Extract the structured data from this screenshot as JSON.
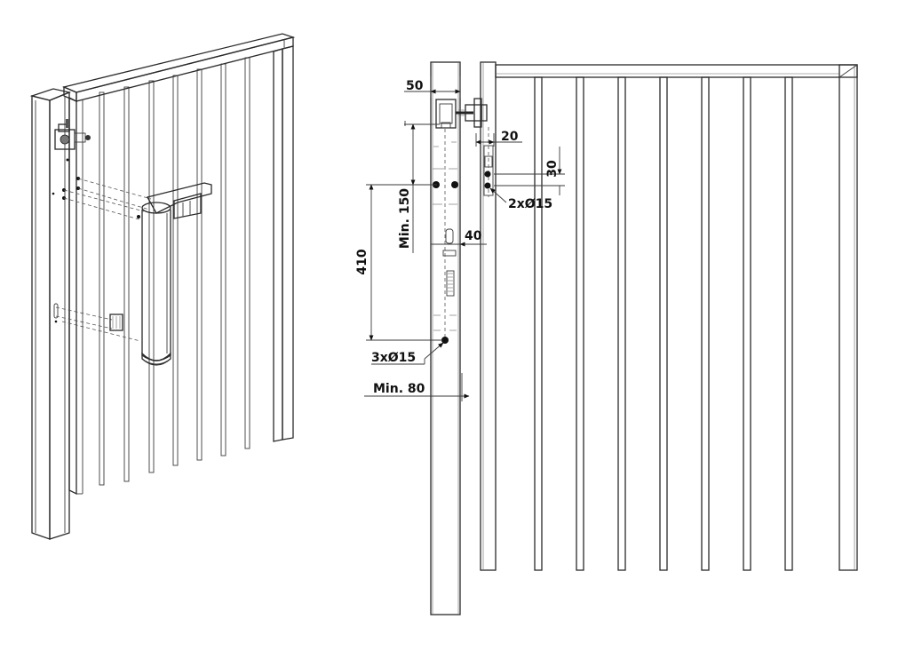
{
  "dimensions": {
    "post_width": "50",
    "offset_20": "20",
    "offset_30": "30",
    "hole_2x": "2xØ15",
    "min_150": "Min. 150",
    "offset_40": "40",
    "height_410": "410",
    "hole_3x": "3xØ15",
    "min_80": "Min. 80"
  }
}
